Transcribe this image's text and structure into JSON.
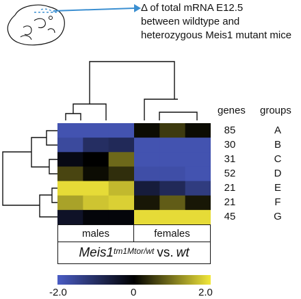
{
  "caption": {
    "line1": "Δ of total mRNA E12.5",
    "line2": "between wildtype and",
    "line3": "heterozygous Meis1 mutant mice"
  },
  "headers": {
    "genes": "genes",
    "groups": "groups"
  },
  "rows": [
    {
      "genes": "85",
      "group": "A"
    },
    {
      "genes": "30",
      "group": "B"
    },
    {
      "genes": "31",
      "group": "C"
    },
    {
      "genes": "52",
      "group": "D"
    },
    {
      "genes": "21",
      "group": "E"
    },
    {
      "genes": "21",
      "group": "F"
    },
    {
      "genes": "45",
      "group": "G"
    }
  ],
  "sex_labels": {
    "males": "males",
    "females": "females"
  },
  "condition": {
    "gene": "Meis1",
    "allele": "tm1Mtor/wt",
    "vs": "vs.",
    "ref": "wt"
  },
  "chart_data": {
    "type": "heatmap",
    "colorscale": {
      "min": -2.0,
      "mid": 0,
      "max": 2.0,
      "low": "#4a5cc4",
      "zero": "#000000",
      "high": "#f2e73a"
    },
    "colorbar_ticks": [
      "-2.0",
      "0",
      "2.0"
    ],
    "columns": 6,
    "values": [
      [
        -1.8,
        -1.8,
        -1.8,
        0.1,
        0.5,
        0.1
      ],
      [
        -1.6,
        -1.0,
        -0.9,
        -1.8,
        -1.8,
        -1.8
      ],
      [
        -0.2,
        0.0,
        0.9,
        -1.8,
        -1.8,
        -1.8
      ],
      [
        0.6,
        0.1,
        0.4,
        -1.7,
        -1.7,
        -1.8
      ],
      [
        1.9,
        1.9,
        1.6,
        -0.6,
        -0.9,
        -1.3
      ],
      [
        1.4,
        1.7,
        1.8,
        0.2,
        0.8,
        0.2
      ],
      [
        -0.4,
        -0.1,
        -0.1,
        1.9,
        1.9,
        1.9
      ]
    ]
  }
}
